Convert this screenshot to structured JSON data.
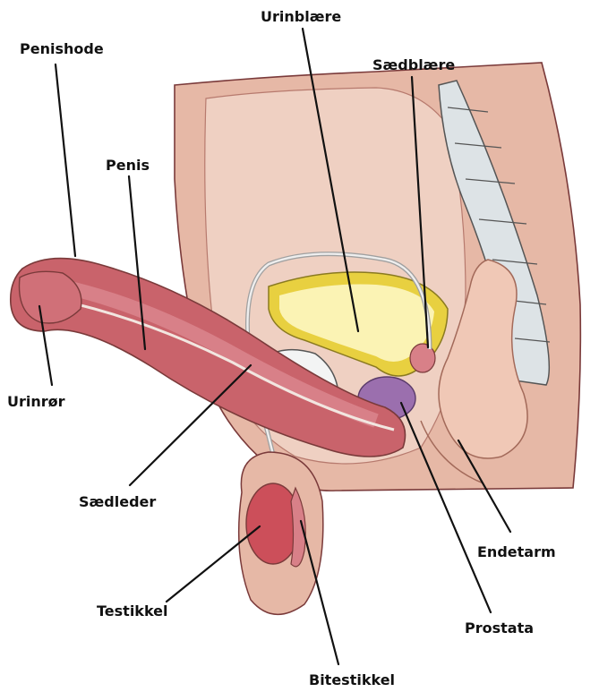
{
  "labels": {
    "penishode": "Penishode",
    "penis": "Penis",
    "urinror": "Urinrør",
    "urinblaere": "Urinblære",
    "saedblaere": "Sædblære",
    "saedleder": "Sædleder",
    "testikkel": "Testikkel",
    "bitestikkel": "Bitestikkel",
    "prostata": "Prostata",
    "endetarm": "Endetarm"
  },
  "colors": {
    "skin": "#e6b8a6",
    "skin_dark": "#d99a86",
    "penis_body": "#c9636b",
    "penis_light": "#d88088",
    "bladder": "#fbf3b4",
    "bladder_wall": "#e8d040",
    "prostata": "#9b6fae",
    "bone": "#dde3e6",
    "testis": "#cc4f5a",
    "vas": "#d9d9d9"
  }
}
